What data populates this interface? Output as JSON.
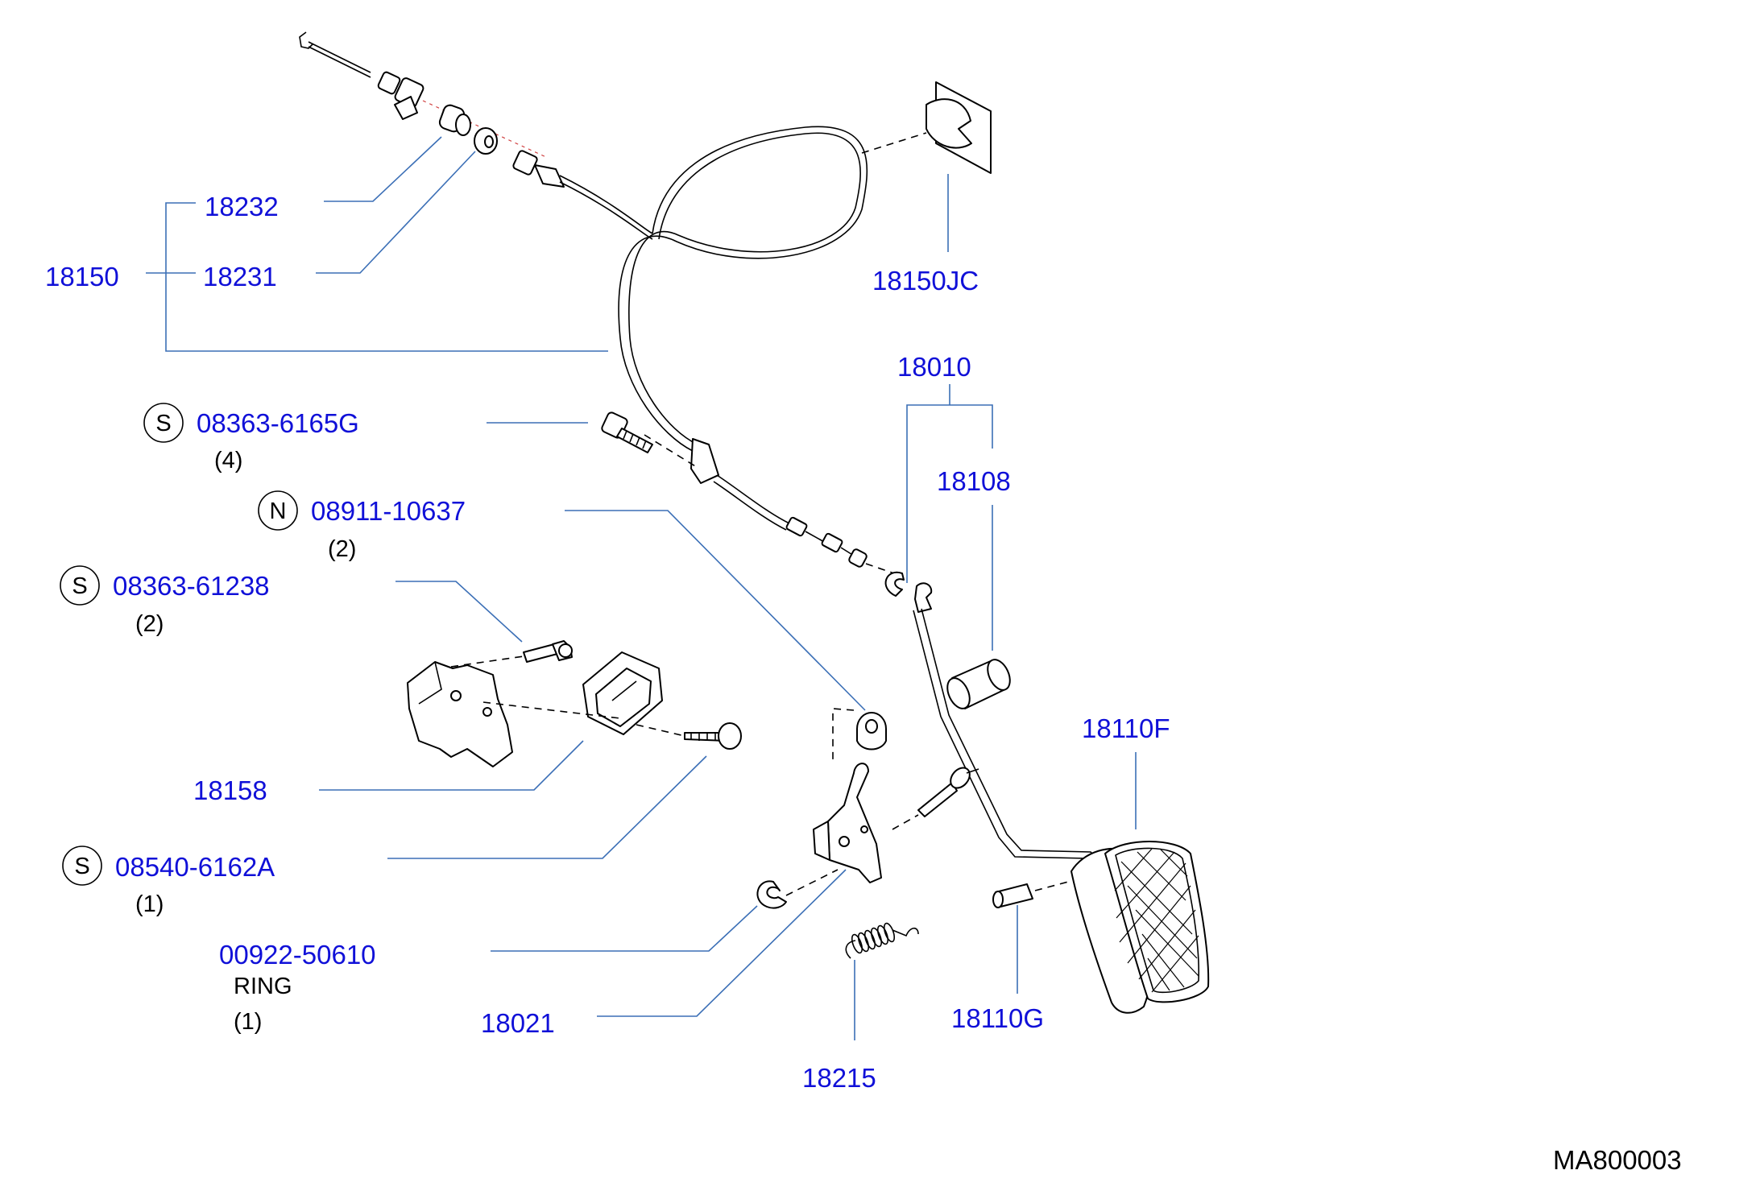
{
  "parts": {
    "p18232": "18232",
    "p18231": "18231",
    "p18150": "18150",
    "p18150jc": "18150JC",
    "p18010": "18010",
    "p18108": "18108",
    "p08363_6165g": "08363-6165G",
    "p08363_6165g_qty": "(4)",
    "p08911_10637": "08911-10637",
    "p08911_10637_qty": "(2)",
    "p08363_61238": "08363-61238",
    "p08363_61238_qty": "(2)",
    "p18158": "18158",
    "p08540_6162a": "08540-6162A",
    "p08540_6162a_qty": "(1)",
    "p00922_50610": "00922-50610",
    "p00922_50610_desc": "RING",
    "p00922_50610_qty": "(1)",
    "p18021": "18021",
    "p18215": "18215",
    "p18110f": "18110F",
    "p18110g": "18110G"
  },
  "markers": {
    "s": "S",
    "n": "N"
  },
  "diagram_code": "MA800003",
  "colors": {
    "label": "#1010d8",
    "leader": "#3b6fb6",
    "line_art": "#000000"
  }
}
